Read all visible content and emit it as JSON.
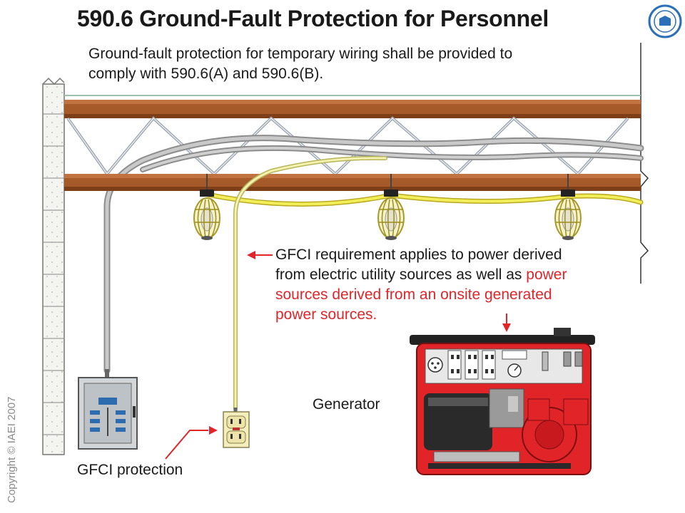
{
  "title": "590.6 Ground-Fault Protection for Personnel",
  "intro": {
    "line1": "Ground-fault protection for temporary wiring shall be provided to",
    "line2": "comply with 590.6(A) and 590.6(B)."
  },
  "note": {
    "line1": "GFCI requirement applies to power derived",
    "line2_black": "from electric utility sources as well as ",
    "line2_red": "power",
    "line3_red": "sources derived from an onsite generated",
    "line4_red": "power sources."
  },
  "labels": {
    "generator": "Generator",
    "gfci_protection": "GFCI protection"
  },
  "copyright": "Copyright © IAEI 2007",
  "colors": {
    "beam": "#a65a2a",
    "cord_yellow": "#f2ee5a",
    "conduit": "#b8b8b8",
    "generator_red": "#e02428",
    "arrow_red": "#e0262a"
  },
  "icons": [
    "iaei-seal-icon",
    "work-light-icon",
    "panelboard-icon",
    "gfci-receptacle-icon",
    "generator-icon"
  ]
}
